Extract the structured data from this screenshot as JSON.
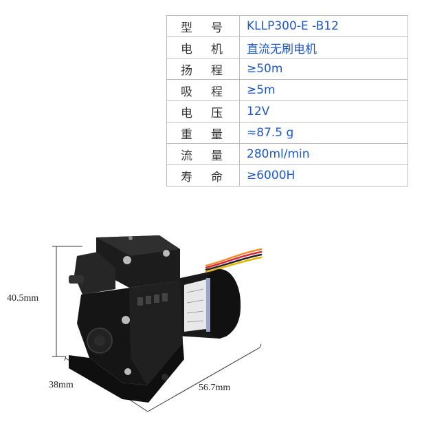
{
  "specs": [
    {
      "label_a": "型",
      "label_b": "号",
      "value": "KLLP300-E -B12"
    },
    {
      "label_a": "电",
      "label_b": "机",
      "value": "直流无刷电机"
    },
    {
      "label_a": "扬",
      "label_b": "程",
      "value": "≥50m"
    },
    {
      "label_a": "吸",
      "label_b": "程",
      "value": "≥5m"
    },
    {
      "label_a": "电",
      "label_b": "压",
      "value": "12V"
    },
    {
      "label_a": "重",
      "label_b": "量",
      "value": "≈87.5 g"
    },
    {
      "label_a": "流",
      "label_b": "量",
      "value": "280ml/min"
    },
    {
      "label_a": "寿",
      "label_b": "命",
      "value": "≥6000H"
    }
  ],
  "dimensions": {
    "height": "40.5mm",
    "depth": "38mm",
    "length": "56.7mm"
  },
  "colors": {
    "value_text": "#1f57c8",
    "label_text": "#333333",
    "border": "#bdbdbd"
  }
}
